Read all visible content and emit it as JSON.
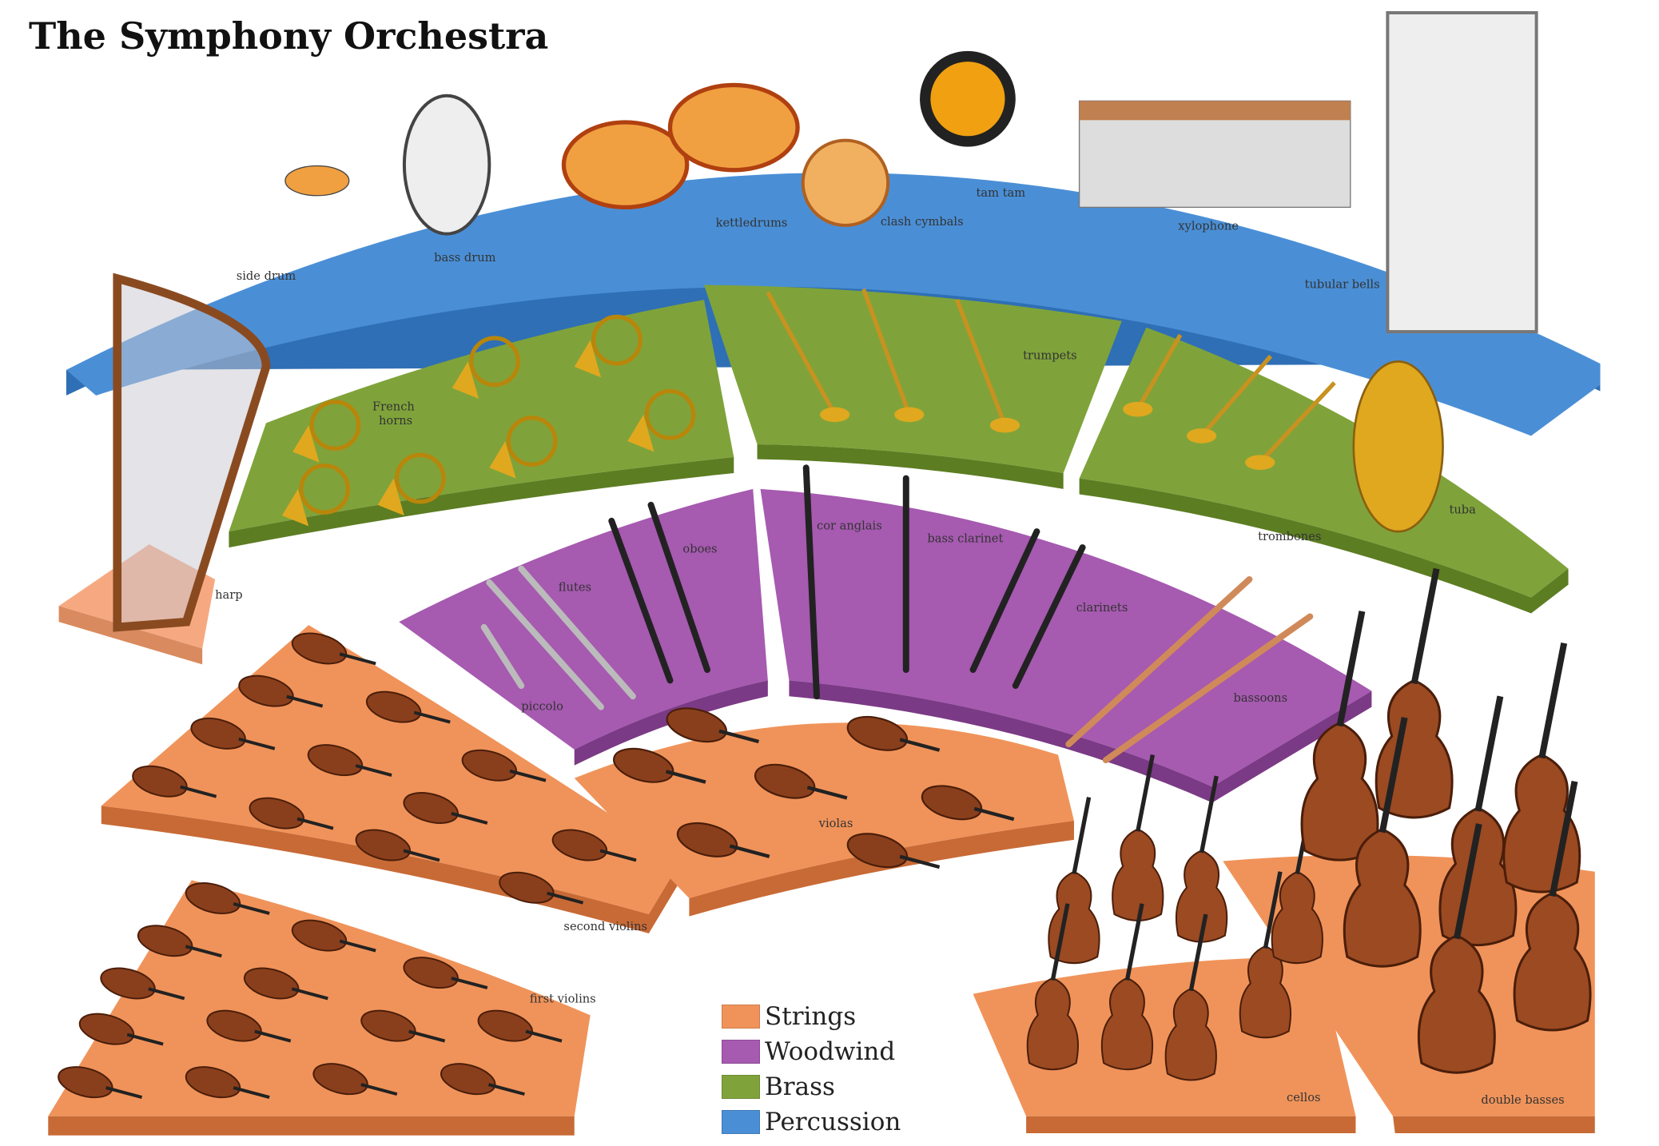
{
  "title": "The Symphony Orchestra",
  "colors": {
    "strings": "#f0935a",
    "woodwind": "#a65ab0",
    "brass": "#7fa33a",
    "percussion": "#4a8fd6"
  },
  "legend": [
    {
      "label": "Strings",
      "color": "#f0935a"
    },
    {
      "label": "Woodwind",
      "color": "#a65ab0"
    },
    {
      "label": "Brass",
      "color": "#7fa33a"
    },
    {
      "label": "Percussion",
      "color": "#4a8fd6"
    }
  ],
  "labels": {
    "side_drum": "side drum",
    "bass_drum": "bass drum",
    "kettledrums": "kettledrums",
    "clash_cymbals": "clash cymbals",
    "tam_tam": "tam tam",
    "xylophone": "xylophone",
    "tubular_bells": "tubular bells",
    "french_horns_1": "French",
    "french_horns_2": "horns",
    "trumpets": "trumpets",
    "trombones": "trombones",
    "tuba": "tuba",
    "harp": "harp",
    "flutes": "flutes",
    "oboes": "oboes",
    "piccolo": "piccolo",
    "cor_anglais": "cor anglais",
    "bass_clarinet": "bass clarinet",
    "clarinets": "clarinets",
    "bassoons": "bassoons",
    "second_violins": "second violins",
    "violas": "violas",
    "first_violins": "first violins",
    "cellos": "cellos",
    "double_basses": "double basses"
  }
}
